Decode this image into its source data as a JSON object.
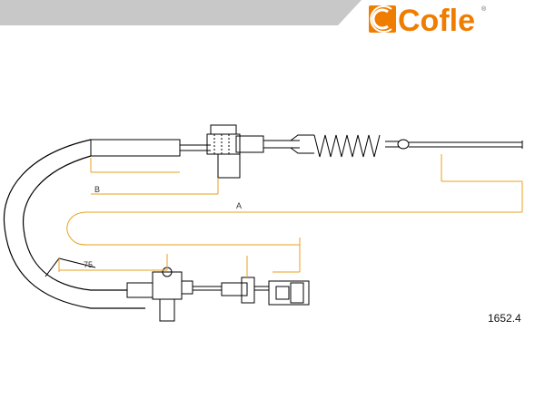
{
  "brand": {
    "name": "Cofle",
    "accent_color": "#ef7d00",
    "banner_color": "#c8c8c8",
    "registered_mark": "®"
  },
  "part_number": "1652.4",
  "dimension_labels": {
    "b": "B",
    "a": "A",
    "offset": "75"
  },
  "colors": {
    "line": "#000000",
    "dimension": "#e8a21c"
  }
}
